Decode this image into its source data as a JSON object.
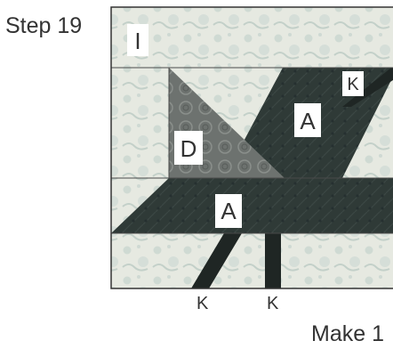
{
  "step_title": "Step 19",
  "make_label": "Make 1",
  "patch_labels": {
    "I": "I",
    "A_top": "A",
    "K_top": "K",
    "D": "D",
    "A_bottom": "A"
  },
  "below_labels": {
    "k_left": "K",
    "k_right": "K"
  },
  "colors": {
    "background_fabric": "#e6e9e1",
    "background_fabric_pattern": "#c9d6cf",
    "dark_fabric": "#2f3a37",
    "dark_fabric_detail": "#263030",
    "medium_gray_fabric": "#6d726f",
    "stem_dark": "#1f2624",
    "seam": "#4a4a4a"
  }
}
